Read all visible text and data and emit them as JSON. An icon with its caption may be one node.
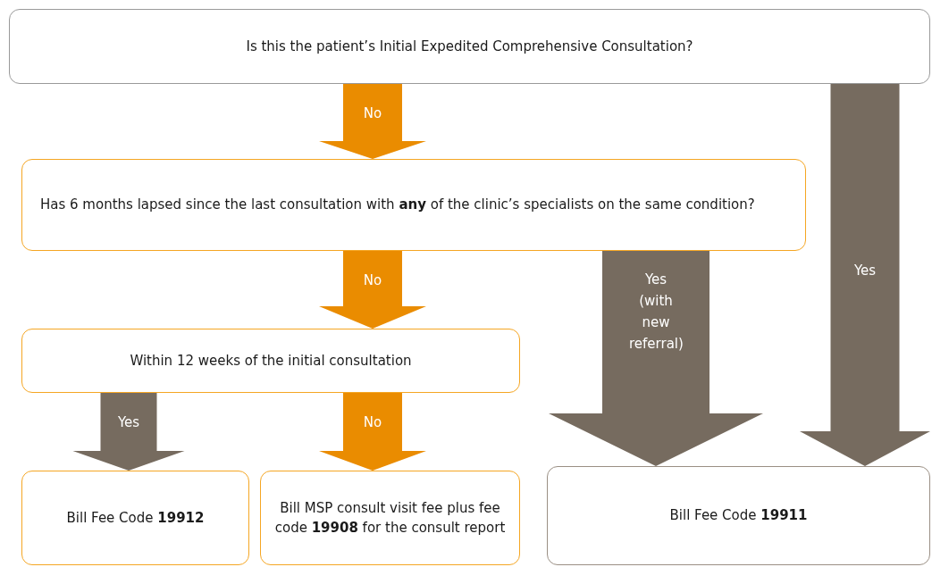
{
  "diagram": {
    "nodes": [
      {
        "text": [
          "Is this the patient’s Initial Expedited Comprehensive Consultation?"
        ]
      },
      {
        "text": [
          "Has 6 months lapsed since the last consultation with **any** of the clinic’s specialists on the same condition?"
        ]
      },
      {
        "text": [
          "Within 12 weeks of the initial consultation"
        ]
      },
      {
        "text": [
          "Bill Fee Code **19912**"
        ]
      },
      {
        "text": [
          "Bill MSP consult visit fee plus fee code **19908** for the consult report"
        ]
      },
      {
        "text": [
          "Bill Fee Code **19911**"
        ]
      }
    ],
    "edges": [
      {
        "from": 0,
        "to": 1,
        "arrow": "to",
        "label": "No",
        "style": "thick",
        "color": "#ea8c00"
      },
      {
        "from": 1,
        "to": 2,
        "arrow": "to",
        "label": "No",
        "style": "thick",
        "color": "#ea8c00"
      },
      {
        "from": 2,
        "to": 3,
        "arrow": "to",
        "label": "Yes",
        "style": "thick",
        "color": "#766b5f"
      },
      {
        "from": 2,
        "to": 4,
        "arrow": "to",
        "label": "No",
        "style": "thick",
        "color": "#ea8c00"
      },
      {
        "from": 1,
        "to": 5,
        "arrow": "to",
        "label": "Yes (with new referral)",
        "style": "thick",
        "color": "#766b5f"
      },
      {
        "from": 0,
        "to": 5,
        "arrow": "to",
        "label": "Yes",
        "style": "thick",
        "color": "#766b5f"
      }
    ]
  }
}
